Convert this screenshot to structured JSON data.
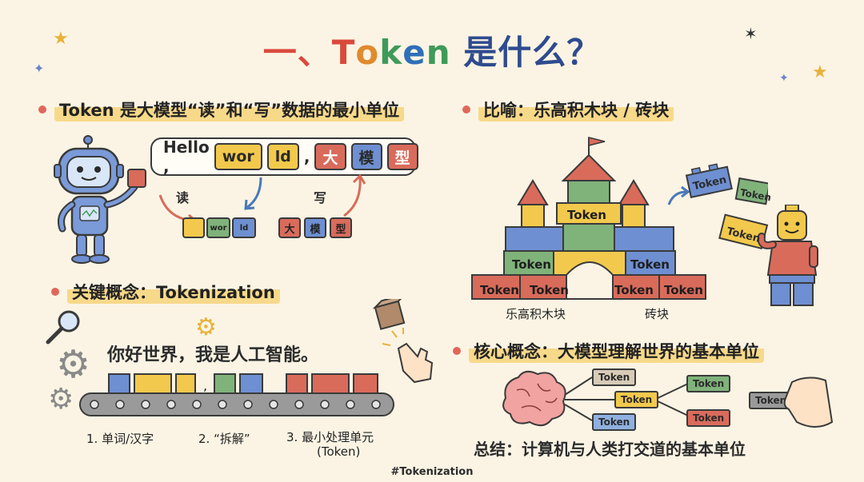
{
  "title": {
    "prefix": "一、",
    "token_letters": [
      "T",
      "o",
      "k",
      "e",
      "n"
    ],
    "suffix": " 是什么？"
  },
  "colors": {
    "title_red": "#d94a3d",
    "title_blue": "#2f4b8f",
    "highlight": "#f7d98a",
    "dot": "#e0675a",
    "yellow": "#f2c94c",
    "green": "#7fb37a",
    "blue": "#6e8fd1",
    "red": "#d96b5b"
  },
  "sections": {
    "definition": "Token 是大模型“读”和“写”数据的最小单位",
    "analogy": "比喻：乐高积木块 / 砖块",
    "concept": "关键概念：Tokenization",
    "core": "核心概念：大模型理解世界的基本单位"
  },
  "bubble": {
    "hello": "Hello ,",
    "chips": [
      "wor",
      "ld",
      ",",
      "大",
      "模",
      "型"
    ]
  },
  "read_write": {
    "read": "读",
    "write": "写",
    "read_blocks": [
      "",
      "wor",
      "ld"
    ],
    "write_blocks": [
      "大",
      "模",
      "型"
    ]
  },
  "castle": {
    "token_label": "Token",
    "caption_left": "乐高积木块",
    "caption_right": "砖块"
  },
  "sentence": "你好世界，我是人工智能。",
  "steps": [
    "1. 单词/汉字",
    "2. “拆解”",
    "3. 最小处理单元",
    "(Token)"
  ],
  "network": {
    "nodes": [
      "Token",
      "Token",
      "Token",
      "Token",
      "Token",
      "Token"
    ]
  },
  "summary": "总结：计算机与人类打交道的基本单位",
  "hashtag": "#Tokenization",
  "icons": [
    "star-icon",
    "robot-icon",
    "magnifier-icon",
    "gear-icon",
    "hand-pointer-icon",
    "brain-icon",
    "lego-figure-icon",
    "castle-icon",
    "conveyor-belt-icon"
  ]
}
